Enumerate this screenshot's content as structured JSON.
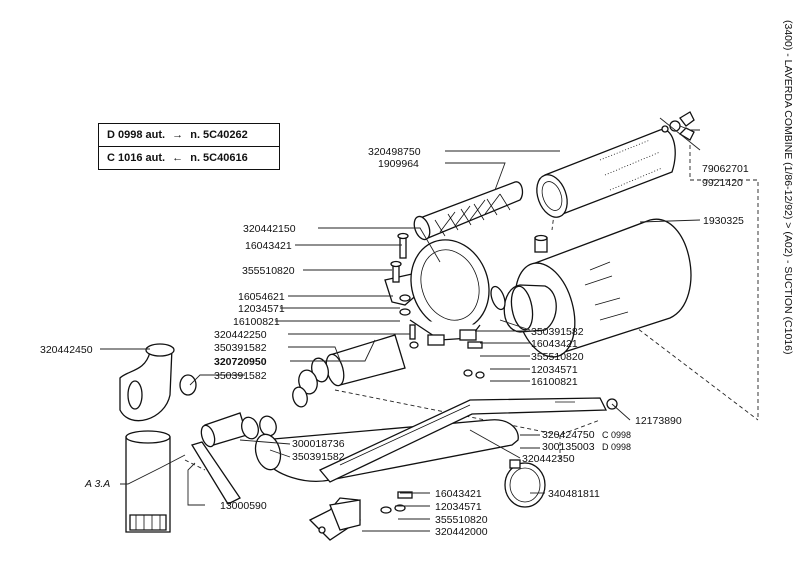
{
  "title": "(3400) - LAVERDA COMBINE (1/86-12/92) > (A02) - SUCTION (C1016)",
  "legend": [
    {
      "model": "D 0998 aut.",
      "arrow": "→",
      "serial": "n. 5C40262"
    },
    {
      "model": "C 1016 aut.",
      "arrow": "←",
      "serial": "n. 5C40616"
    }
  ],
  "parts": {
    "p1": "320498750",
    "p2": "1909964",
    "p3": "79062701",
    "p4": "9921420",
    "p5": "1930325",
    "p6": "320442150",
    "p7": "16043421",
    "p8": "355510820",
    "p9": "16054621",
    "p10": "12034571",
    "p11": "16100821",
    "p12": "320442250",
    "p13": "350391582",
    "p14": "320720950",
    "p15": "350391582",
    "p16": "320442450",
    "p17": "350391582",
    "p18": "16043421",
    "p19": "355510820",
    "p20": "12034571",
    "p21": "16100821",
    "p22": "12173890",
    "p23": "300018736",
    "p24": "350391582",
    "p25": "320424750",
    "p25s": "C 0998",
    "p26": "300135003",
    "p26s": "D 0998",
    "p27": "320442350",
    "p28": "340481811",
    "p29": "13000590",
    "p30": "16043421",
    "p31": "12034571",
    "p32": "355510820",
    "p33": "320442000",
    "ref": "A 3.A"
  }
}
